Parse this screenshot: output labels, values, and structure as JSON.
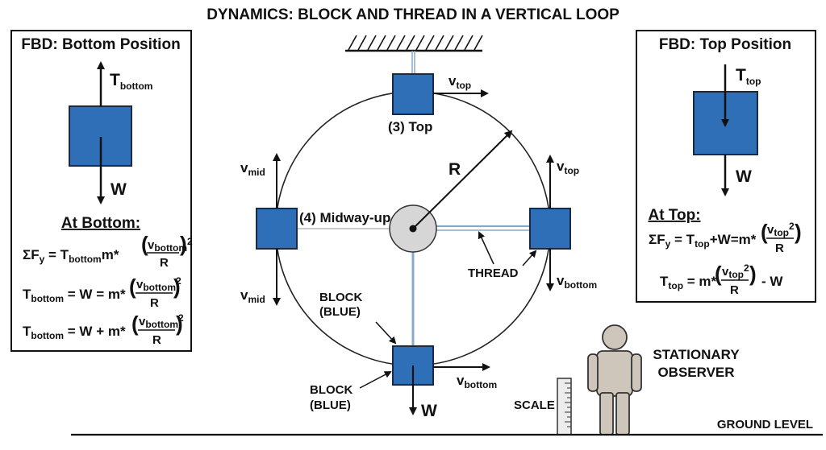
{
  "title": "DYNAMICS: BLOCK AND THREAD IN A VERTICAL LOOP",
  "colors": {
    "block_fill": "#2f6fb8",
    "block_stroke": "#1a2a44",
    "thread": "#8aa8c8",
    "pivot_fill": "#d6d6d6",
    "observer_fill": "#cfc6bb"
  },
  "left_panel": {
    "title": "FBD: Bottom Position",
    "tension_label": "T",
    "tension_sub": "bottom",
    "weight_label": "W",
    "heading": "At Bottom:",
    "eq1": {
      "lhs": "ΣF",
      "lhs_sub": "y",
      "eq": "= T",
      "t_sub": "bottom",
      "mid": "m*",
      "num": "v",
      "num_sub": "bottom",
      "num_sup": "2",
      "den": "R"
    },
    "eq2": {
      "lhs": "T",
      "lhs_sub": "bottom",
      "mid": "= W = m*",
      "num": "v",
      "num_sub": "bottom",
      "num_sup": "2",
      "den": "R"
    },
    "eq3": {
      "lhs": "T",
      "lhs_sub": "bottom",
      "mid": "= W + m*",
      "num": "v",
      "num_sub": "bottom",
      "num_sup": "2",
      "den": "R"
    }
  },
  "right_panel": {
    "title": "FBD: Top Position",
    "tension_label": "T",
    "tension_sub": "top",
    "weight_label": "W",
    "heading": "At Top:",
    "eq1": {
      "lhs": "ΣF",
      "lhs_sub": "y",
      "eq": "= T",
      "t_sub": "top",
      "mid": "+W=m*",
      "num": "v",
      "num_sub": "top",
      "num_sup": "2",
      "den": "R"
    },
    "eq2": {
      "lhs": "T",
      "lhs_sub": "top",
      "mid": "= m*",
      "num": "v",
      "num_sub": "top",
      "num_sup": "2",
      "den": "R",
      "tail": "- W"
    }
  },
  "loop": {
    "radius_label": "R",
    "top_label": "(3) Top",
    "midway_label": "(4) Midway-up",
    "thread_label": "THREAD",
    "block_label_line1": "BLOCK",
    "block_label_line2": "(BLUE)",
    "block2_label_line1": "BLOCK",
    "block2_label_line2": "(BLUE)",
    "v": "v",
    "sub_top": "top",
    "sub_mid": "mid",
    "sub_bottom": "bottom",
    "weight_label": "W"
  },
  "observer": {
    "line1": "STATIONARY",
    "line2": "OBSERVER",
    "scale_label": "SCALE"
  },
  "ground_label": "GROUND LEVEL"
}
